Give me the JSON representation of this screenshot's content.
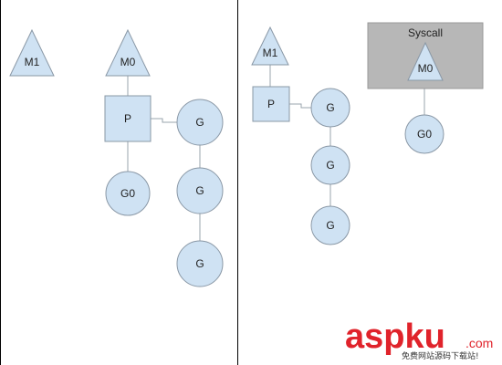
{
  "colors": {
    "node_fill": "#cfe2f3",
    "node_stroke": "#8a98a6",
    "divider": "#000000",
    "syscall_box": "#b7b7b7",
    "connector": "#9aa4ad",
    "watermark": "#e0232b"
  },
  "left_panel": {
    "m1_label": "M1",
    "m0_label": "M0",
    "p_label": "P",
    "g0_label": "G0",
    "g_labels": [
      "G",
      "G",
      "G"
    ]
  },
  "right_panel": {
    "m1_label": "M1",
    "p_label": "P",
    "g_labels": [
      "G",
      "G",
      "G"
    ],
    "syscall_title": "Syscall",
    "syscall_m0_label": "M0",
    "g0_label": "G0"
  },
  "watermark": {
    "brand_main": "aspku",
    "brand_tld": ".com",
    "tagline": "免费网站源码下载站!"
  }
}
